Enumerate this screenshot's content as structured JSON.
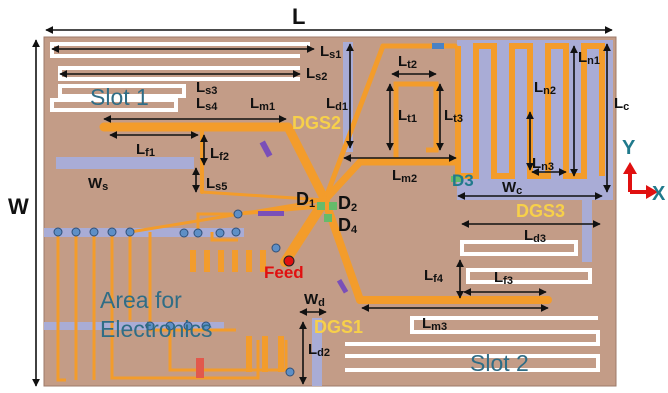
{
  "labels": {
    "L": "L",
    "W": "W",
    "Ls1": "Ls1",
    "Ls2": "Ls2",
    "Ls3": "Ls3",
    "Ls4": "Ls4",
    "Ls5": "Ls5",
    "Lm1": "Lm1",
    "Lm2": "Lm2",
    "Lm3": "Lm3",
    "Lf1": "Lf1",
    "Lf2": "Lf2",
    "Lf3": "Lf3",
    "Lf4": "Lf4",
    "Ld1": "Ld1",
    "Ld2": "Ld2",
    "Ld3": "Ld3",
    "Lt1": "Lt1",
    "Lt2": "Lt2",
    "Lt3": "Lt3",
    "Ln1": "Ln1",
    "Ln2": "Ln2",
    "Ln3": "Ln3",
    "Lc": "Lc",
    "Wc": "Wc",
    "Ws": "Ws",
    "Wd": "Wd",
    "D1": "D1",
    "D2": "D2",
    "D3": "D3",
    "D4": "D4",
    "slot1": "Slot 1",
    "slot2": "Slot 2",
    "dgs1": "DGS1",
    "dgs2": "DGS2",
    "dgs3": "DGS3",
    "feed": "Feed",
    "area": "Area for\nElectronics",
    "axisY": "Y",
    "axisX": "X"
  },
  "colors": {
    "substrate": "#c39c87",
    "trace": "#f39c2b",
    "dgs": "#a9acd6",
    "slot": "#ffffff",
    "label_blue": "#2f6d86",
    "label_yellow": "#f7d04a",
    "feed_red": "#e01010",
    "axis_red": "#e01010",
    "axis_blue": "#207a8c"
  }
}
